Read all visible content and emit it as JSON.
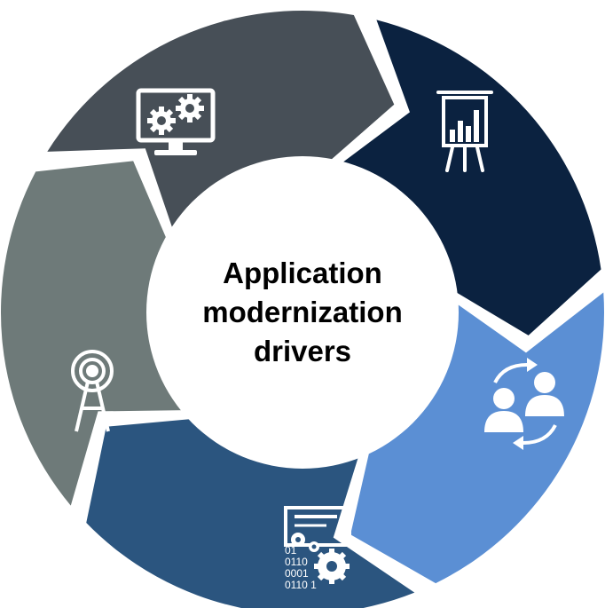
{
  "center": {
    "line1": "Application",
    "line2": "modernization",
    "line3": "drivers"
  },
  "segments": [
    {
      "icon": "presentation-chart-icon",
      "color": "#0b2240"
    },
    {
      "icon": "user-exchange-icon",
      "color": "#5b8fd4"
    },
    {
      "icon": "code-gears-icon",
      "color": "#2b557f"
    },
    {
      "icon": "broadcast-tower-icon",
      "color": "#6e7a79"
    },
    {
      "icon": "monitor-gears-icon",
      "color": "#474f57"
    }
  ],
  "binary_text": [
    "01",
    "0110",
    "0001",
    "0110 1"
  ]
}
